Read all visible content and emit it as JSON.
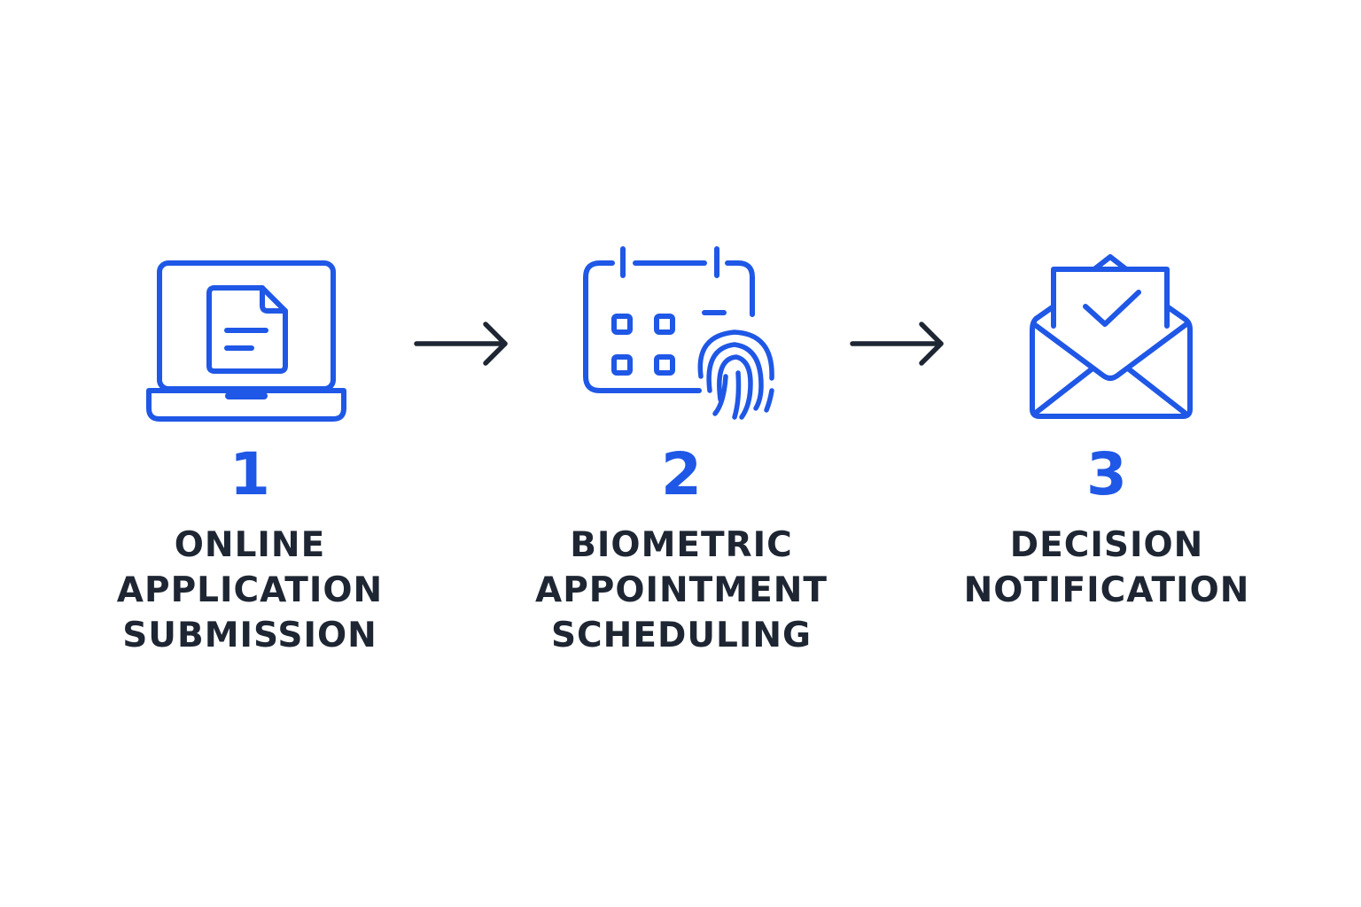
{
  "colors": {
    "icon": "#1f57e6",
    "number": "#1f57e6",
    "label": "#1e2633",
    "arrow": "#1e2633",
    "background": "#ffffff"
  },
  "steps": [
    {
      "number": "1",
      "icon": "laptop-document-icon",
      "label_lines": [
        "ONLINE",
        "APPLICATION",
        "SUBMISSION"
      ]
    },
    {
      "number": "2",
      "icon": "calendar-fingerprint-icon",
      "label_lines": [
        "BIOMETRIC",
        "APPOINTMENT",
        "SCHEDULING"
      ]
    },
    {
      "number": "3",
      "icon": "envelope-check-icon",
      "label_lines": [
        "DECISION",
        "NOTIFICATION"
      ]
    }
  ],
  "connectors": [
    "right-arrow-icon",
    "right-arrow-icon"
  ]
}
